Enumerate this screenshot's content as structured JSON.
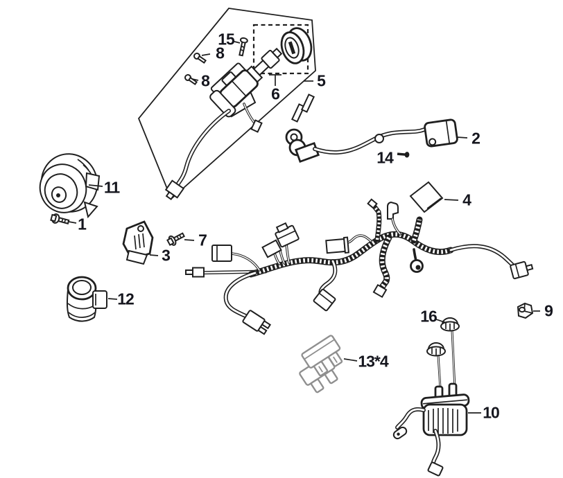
{
  "diagram": {
    "kind": "exploded-parts-line-drawing",
    "colors": {
      "background": "#ffffff",
      "line": "#1f1f1f",
      "label": "#15161e",
      "fuse_gray": "#8f8f8f"
    }
  },
  "callouts": [
    {
      "part": "15",
      "text": "15"
    },
    {
      "part": "8a",
      "text": "8"
    },
    {
      "part": "8b",
      "text": "8"
    },
    {
      "part": "6",
      "text": "6"
    },
    {
      "part": "5",
      "text": "5"
    },
    {
      "part": "2",
      "text": "2"
    },
    {
      "part": "14",
      "text": "14"
    },
    {
      "part": "4",
      "text": "4"
    },
    {
      "part": "11",
      "text": "11"
    },
    {
      "part": "1",
      "text": "1"
    },
    {
      "part": "3",
      "text": "3"
    },
    {
      "part": "7",
      "text": "7"
    },
    {
      "part": "12",
      "text": "12"
    },
    {
      "part": "9",
      "text": "9"
    },
    {
      "part": "16",
      "text": "16"
    },
    {
      "part": "13x4",
      "text": "13*4"
    },
    {
      "part": "10",
      "text": "10"
    }
  ]
}
